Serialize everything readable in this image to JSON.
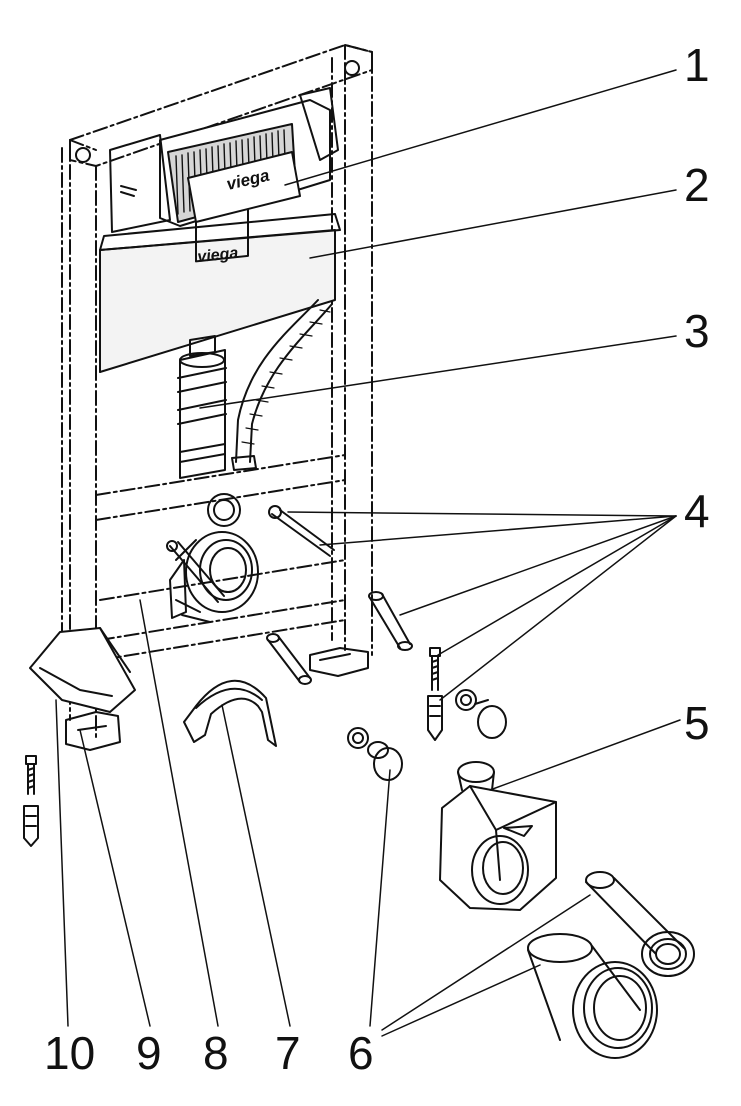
{
  "callouts": {
    "c1": "1",
    "c2": "2",
    "c3": "3",
    "c4": "4",
    "c5": "5",
    "c6": "6",
    "c7": "7",
    "c8": "8",
    "c9": "9",
    "c10": "10"
  },
  "brand": {
    "actuator": "viega",
    "cistern": "viega"
  }
}
